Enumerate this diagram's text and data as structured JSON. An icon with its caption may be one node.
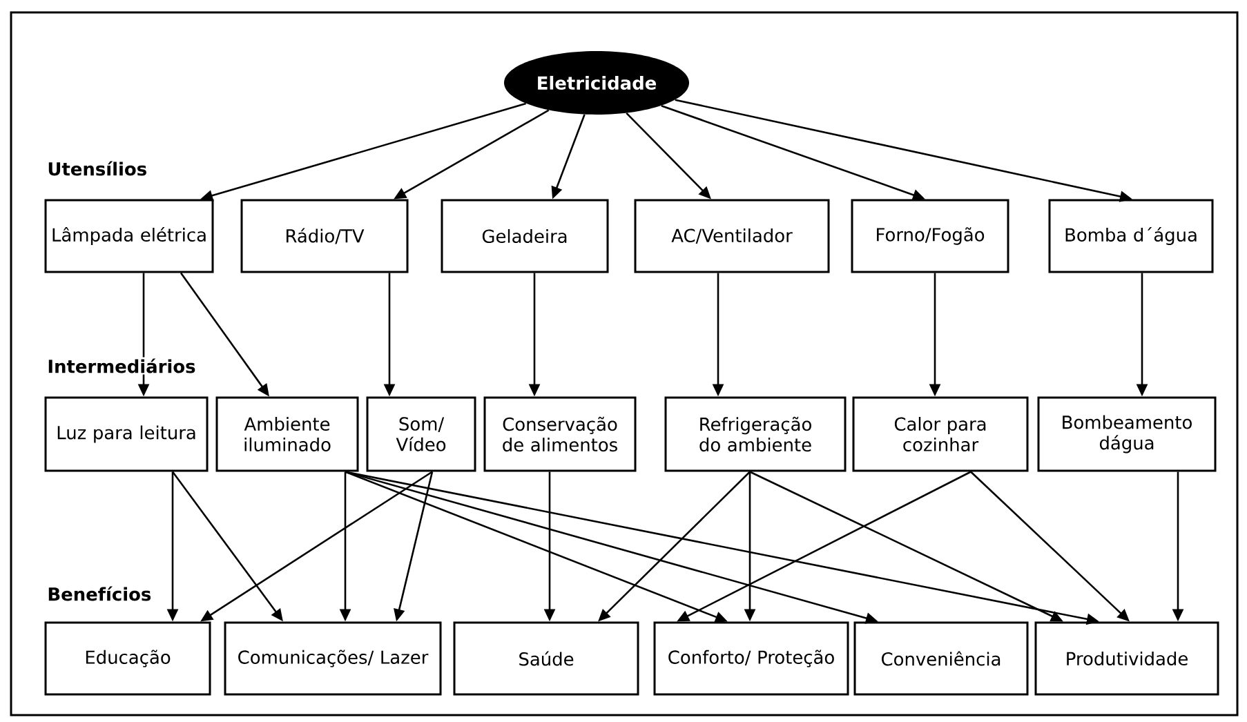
{
  "diagram": {
    "nodes": [
      {
        "text": [
          "Eletricidade"
        ]
      },
      {
        "text": [
          "Lâmpada elétrica"
        ]
      },
      {
        "text": [
          "Rádio/TV"
        ]
      },
      {
        "text": [
          "Geladeira"
        ]
      },
      {
        "text": [
          "AC/Ventilador"
        ]
      },
      {
        "text": [
          "Forno/Fogão"
        ]
      },
      {
        "text": [
          "Bomba d´água"
        ]
      },
      {
        "text": [
          "Luz para leitura"
        ]
      },
      {
        "text": [
          "Ambiente iluminado"
        ]
      },
      {
        "text": [
          "Som/ Vídeo"
        ]
      },
      {
        "text": [
          "Conservação de alimentos"
        ]
      },
      {
        "text": [
          "Refrigeração do ambiente"
        ]
      },
      {
        "text": [
          "Calor para cozinhar"
        ]
      },
      {
        "text": [
          "Bombeamento dágua"
        ]
      },
      {
        "text": [
          "Educação"
        ]
      },
      {
        "text": [
          "Comunicações/ Lazer"
        ]
      },
      {
        "text": [
          "Saúde"
        ]
      },
      {
        "text": [
          "Conforto/ Proteção"
        ]
      },
      {
        "text": [
          "Conveniência"
        ]
      },
      {
        "text": [
          "Produtividade"
        ]
      }
    ],
    "edges": [
      {
        "from": 0,
        "to": 1,
        "arrow": "to"
      },
      {
        "from": 0,
        "to": 2,
        "arrow": "to"
      },
      {
        "from": 0,
        "to": 3,
        "arrow": "to"
      },
      {
        "from": 0,
        "to": 4,
        "arrow": "to"
      },
      {
        "from": 0,
        "to": 5,
        "arrow": "to"
      },
      {
        "from": 0,
        "to": 6,
        "arrow": "to"
      },
      {
        "from": 1,
        "to": 7,
        "arrow": "to"
      },
      {
        "from": 1,
        "to": 8,
        "arrow": "to"
      },
      {
        "from": 2,
        "to": 9,
        "arrow": "to"
      },
      {
        "from": 3,
        "to": 10,
        "arrow": "to"
      },
      {
        "from": 4,
        "to": 11,
        "arrow": "to"
      },
      {
        "from": 5,
        "to": 12,
        "arrow": "to"
      },
      {
        "from": 6,
        "to": 13,
        "arrow": "to"
      },
      {
        "from": 7,
        "to": 14,
        "arrow": "to"
      },
      {
        "from": 7,
        "to": 15,
        "arrow": "to"
      },
      {
        "from": 8,
        "to": 15,
        "arrow": "to"
      },
      {
        "from": 8,
        "to": 17,
        "arrow": "to"
      },
      {
        "from": 8,
        "to": 18,
        "arrow": "to"
      },
      {
        "from": 8,
        "to": 19,
        "arrow": "to"
      },
      {
        "from": 9,
        "to": 14,
        "arrow": "to"
      },
      {
        "from": 9,
        "to": 15,
        "arrow": "to"
      },
      {
        "from": 10,
        "to": 16,
        "arrow": "to"
      },
      {
        "from": 11,
        "to": 16,
        "arrow": "to"
      },
      {
        "from": 11,
        "to": 17,
        "arrow": "to"
      },
      {
        "from": 11,
        "to": 19,
        "arrow": "to"
      },
      {
        "from": 12,
        "to": 17,
        "arrow": "to"
      },
      {
        "from": 12,
        "to": 19,
        "arrow": "to"
      },
      {
        "from": 13,
        "to": 19,
        "arrow": "to"
      }
    ],
    "labels": [
      "Utensílios",
      "Intermediários",
      "Benefícios"
    ]
  }
}
